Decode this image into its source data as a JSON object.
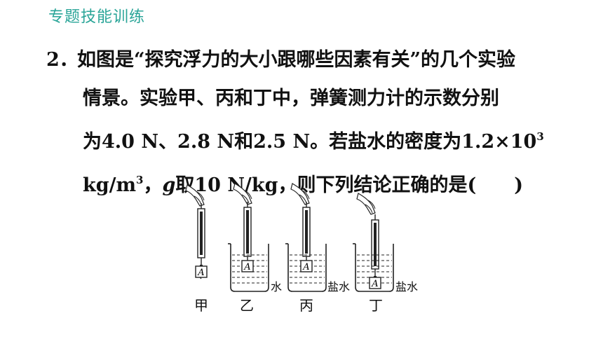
{
  "header": {
    "title": "专题技能训练"
  },
  "question": {
    "number": "2．",
    "line1": "如图是“探究浮力的大小跟哪些因素有关”的几个实验",
    "line2": "情景。实验甲、丙和丁中，弹簧测力计的示数分别",
    "line3": "为4.0 N、2.8 N和2.5 N。若盐水的密度为1.2×10",
    "line3_sup": "3",
    "line4_a": "kg/m",
    "line4_sup": "3",
    "line4_b": "，",
    "line4_g": "g",
    "line4_c": "取10 N/kg，则下列结论正确的是(",
    "line4_blank": "　　",
    "line4_d": ")"
  },
  "figure": {
    "block_letter": "A",
    "captions": [
      "甲",
      "乙",
      "丙",
      "丁"
    ],
    "liquid_labels": [
      "水",
      "盐水",
      "盐水"
    ]
  }
}
